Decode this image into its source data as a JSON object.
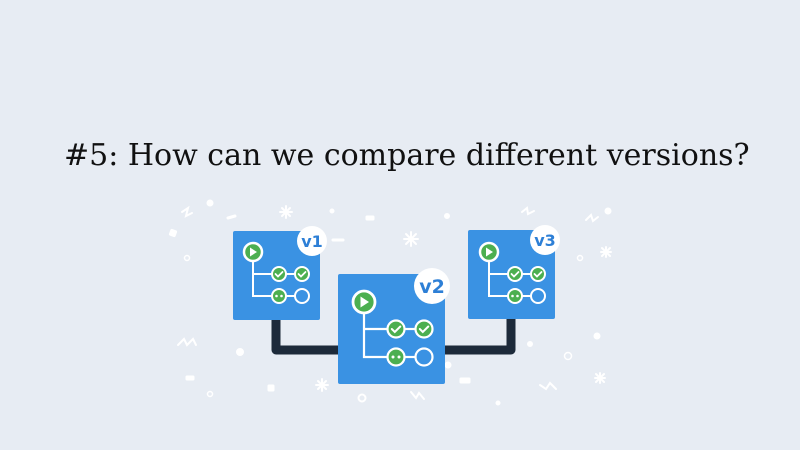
{
  "slide": {
    "title": "#5: How can we compare different versions?"
  },
  "illustration": {
    "versions": [
      {
        "label": "v1"
      },
      {
        "label": "v2"
      },
      {
        "label": "v3"
      }
    ],
    "colors": {
      "background": "#e7ecf3",
      "card": "#3a92e3",
      "card_shadow": "#2e7ccb",
      "connector": "#1d2a3a",
      "status_green": "#4caf50",
      "badge_text": "#2d7fd6",
      "confetti": "#ffffff"
    },
    "icons": [
      "play-icon",
      "check-icon",
      "ellipsis-icon",
      "empty-circle-icon",
      "sparkle-icon"
    ]
  }
}
